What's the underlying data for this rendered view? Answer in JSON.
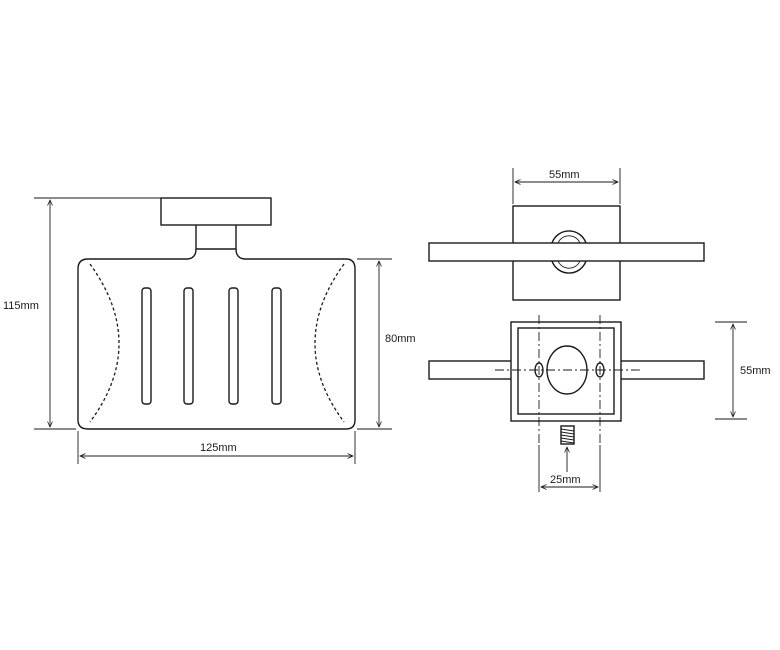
{
  "dimensions": {
    "front_height": "115mm",
    "basket_height": "80mm",
    "basket_width": "125mm",
    "plate_width": "55mm",
    "plate_height": "55mm",
    "hole_spacing": "25mm"
  },
  "colors": {
    "line": "#1a1a1a",
    "background": "#ffffff"
  }
}
